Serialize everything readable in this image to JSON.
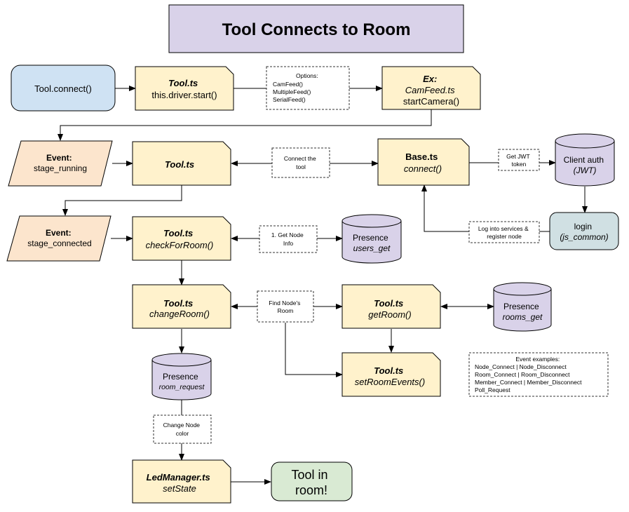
{
  "title": "Tool Connects to Room",
  "colors": {
    "title_fill": "#d9d2e9",
    "start_fill": "#cfe2f3",
    "process_fill": "#fff2cc",
    "event_fill": "#fce5cd",
    "db_fill": "#d9d2e9",
    "login_fill": "#d0e0e3",
    "end_fill": "#d9ead3",
    "stroke": "#000000",
    "dashed_stroke": "#333333"
  },
  "nodes": {
    "tool_connect": {
      "lines": [
        "Tool.connect()"
      ]
    },
    "tool_ts_driver": {
      "lines": [
        "Tool.ts",
        "this.driver.start()"
      ]
    },
    "options_note": {
      "lines": [
        "Options:",
        "CamFeed()",
        "MultipleFeed()",
        "SerialFeed()"
      ]
    },
    "camfeed": {
      "lines": [
        "Ex:",
        "CamFeed.ts",
        "startCamera()"
      ]
    },
    "event_stage_running": {
      "lines": [
        "Event:",
        "stage_running"
      ]
    },
    "tool_ts_2": {
      "lines": [
        "Tool.ts"
      ]
    },
    "connect_tool_note": {
      "lines": [
        "Connect the",
        "tool"
      ]
    },
    "base_ts": {
      "lines": [
        "Base.ts",
        "connect()"
      ]
    },
    "jwt_note": {
      "lines": [
        "Get JWT",
        "token"
      ]
    },
    "client_auth": {
      "lines": [
        "Client auth",
        "(JWT)"
      ]
    },
    "login": {
      "lines": [
        "login",
        "(js_common)"
      ]
    },
    "log_into_note": {
      "lines": [
        "Log into services &",
        "register node"
      ]
    },
    "event_stage_connected": {
      "lines": [
        "Event:",
        "stage_connected"
      ]
    },
    "check_for_room": {
      "lines": [
        "Tool.ts",
        "checkForRoom()"
      ]
    },
    "get_node_info_note": {
      "lines": [
        "1. Get Node",
        "Info"
      ]
    },
    "presence_users_get": {
      "lines": [
        "Presence",
        "users_get"
      ]
    },
    "change_room": {
      "lines": [
        "Tool.ts",
        "changeRoom()"
      ]
    },
    "find_node_room_note": {
      "lines": [
        "Find Node's",
        "Room"
      ]
    },
    "get_room": {
      "lines": [
        "Tool.ts",
        "getRoom()"
      ]
    },
    "presence_rooms_get": {
      "lines": [
        "Presence",
        "rooms_get"
      ]
    },
    "set_room_events": {
      "lines": [
        "Tool.ts",
        "setRoomEvents()"
      ]
    },
    "event_examples_note": {
      "lines": [
        "Event examples:",
        "Node_Connect | Node_Disconnect",
        "Room_Connect | Room_Disconnect",
        "Member_Connect | Member_Disconnect",
        "Poll_Request"
      ]
    },
    "presence_room_request": {
      "lines": [
        "Presence",
        "room_request"
      ]
    },
    "change_color_note": {
      "lines": [
        "Change Node",
        "color"
      ]
    },
    "led_manager": {
      "lines": [
        "LedManager.ts",
        "setState"
      ]
    },
    "tool_in_room": {
      "lines": [
        "Tool in",
        "room!"
      ]
    }
  }
}
